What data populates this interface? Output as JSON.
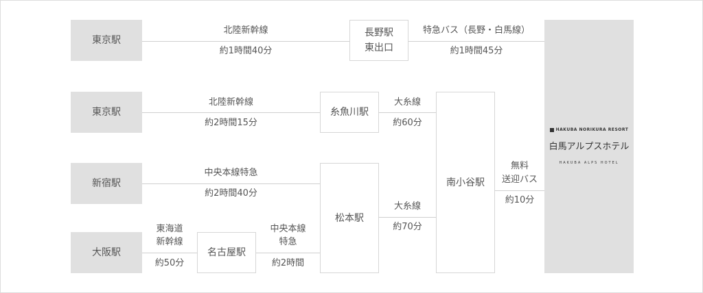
{
  "origins": {
    "tokyo_1": "東京駅",
    "tokyo_2": "東京駅",
    "shinjuku": "新宿駅",
    "osaka": "大阪駅"
  },
  "stations": {
    "nagano": [
      "長野駅",
      "東出口"
    ],
    "itoigawa": "糸魚川駅",
    "nagoya": "名古屋駅",
    "matsumoto": "松本駅",
    "minami_otari": "南小谷駅"
  },
  "routes": {
    "r1_line": "北陸新幹線",
    "r1_time": "約1時間40分",
    "r1b_line": "特急バス（長野・白馬線）",
    "r1b_time": "約1時間45分",
    "r2_line": "北陸新幹線",
    "r2_time": "約2時間15分",
    "r2b_line": "大糸線",
    "r2b_time": "約60分",
    "r3_line": "中央本線特急",
    "r3_time": "約2時間40分",
    "r4_line": [
      "東海道",
      "新幹線"
    ],
    "r4_time": "約50分",
    "r4b_line": [
      "中央本線",
      "特急"
    ],
    "r4b_time": "約2時間",
    "r3b_line": "大糸線",
    "r3b_time": "約70分",
    "shuttle_line": [
      "無料",
      "送迎バス"
    ],
    "shuttle_time": "約10分"
  },
  "hotel": {
    "logo_text": "HAKUBA NORIKURA RESORT",
    "name": "白馬アルプスホテル",
    "subtitle": "HAKUBA ALPS HOTEL"
  },
  "colors": {
    "origin_fill": "#e0e0e0",
    "hotel_fill": "#e0e0e0",
    "line": "#cfcfcf",
    "station_border": "#d6d6d6"
  }
}
